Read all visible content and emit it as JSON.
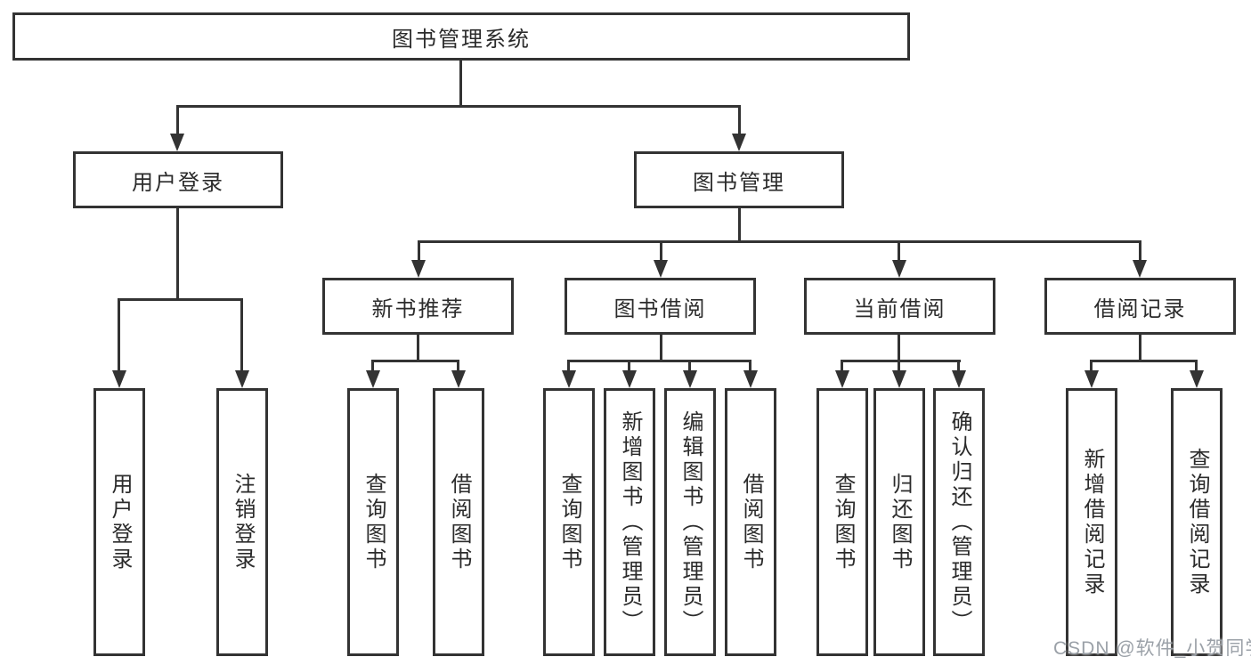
{
  "diagram": {
    "root": {
      "label": "图书管理系统"
    },
    "branches": [
      {
        "label": "用户登录",
        "children": [
          {
            "label": "用户登录"
          },
          {
            "label": "注销登录"
          }
        ]
      },
      {
        "label": "图书管理",
        "children": [
          {
            "label": "新书推荐",
            "children": [
              {
                "label": "查询图书"
              },
              {
                "label": "借阅图书"
              }
            ]
          },
          {
            "label": "图书借阅",
            "children": [
              {
                "label": "查询图书"
              },
              {
                "label": "新增图书（管理员）"
              },
              {
                "label": "编辑图书（管理员）"
              },
              {
                "label": "借阅图书"
              }
            ]
          },
          {
            "label": "当前借阅",
            "children": [
              {
                "label": "查询图书"
              },
              {
                "label": "归还图书"
              },
              {
                "label": "确认归还（管理员）"
              }
            ]
          },
          {
            "label": "借阅记录",
            "children": [
              {
                "label": "新增借阅记录"
              },
              {
                "label": "查询借阅记录"
              }
            ]
          }
        ]
      }
    ]
  },
  "watermark": {
    "text": "CSDN @软件_小贺同学"
  },
  "colors": {
    "line": "#333333",
    "box_border": "#333333",
    "box_fill": "#ffffff",
    "text": "#2b2b2b",
    "watermark": "#9ba1a8",
    "background": "#ffffff"
  }
}
